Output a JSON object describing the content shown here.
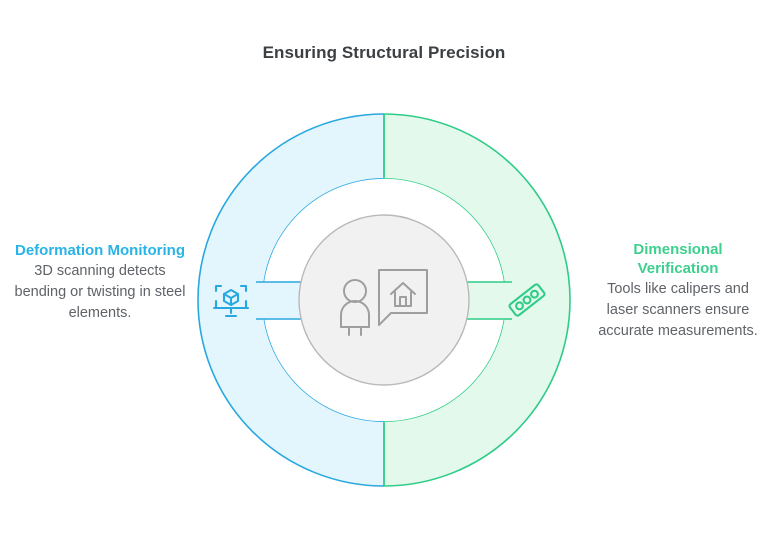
{
  "title": "Ensuring Structural Precision",
  "colors": {
    "blue_stroke": "#29a8e0",
    "blue_fill": "#e4f6fd",
    "blue_heading": "#29b3e6",
    "green_stroke": "#2ecc87",
    "green_fill": "#e3f9ec",
    "green_heading": "#3ecf8e",
    "center_fill": "#f1f1f1",
    "center_stroke": "#b9b9b9",
    "title_text": "#3c4043",
    "body_text": "#5f6368"
  },
  "segments": {
    "left": {
      "heading": "Deformation Monitoring",
      "body": "3D scanning detects bending or twisting in steel elements.",
      "icon": "monitor-cube-icon"
    },
    "right": {
      "heading": "Dimensional Verification",
      "body": "Tools like calipers and laser scanners ensure accurate measurements.",
      "icon": "caliper-scale-icon"
    }
  },
  "center": {
    "icon": "person-house-speech-bubble-icon"
  }
}
